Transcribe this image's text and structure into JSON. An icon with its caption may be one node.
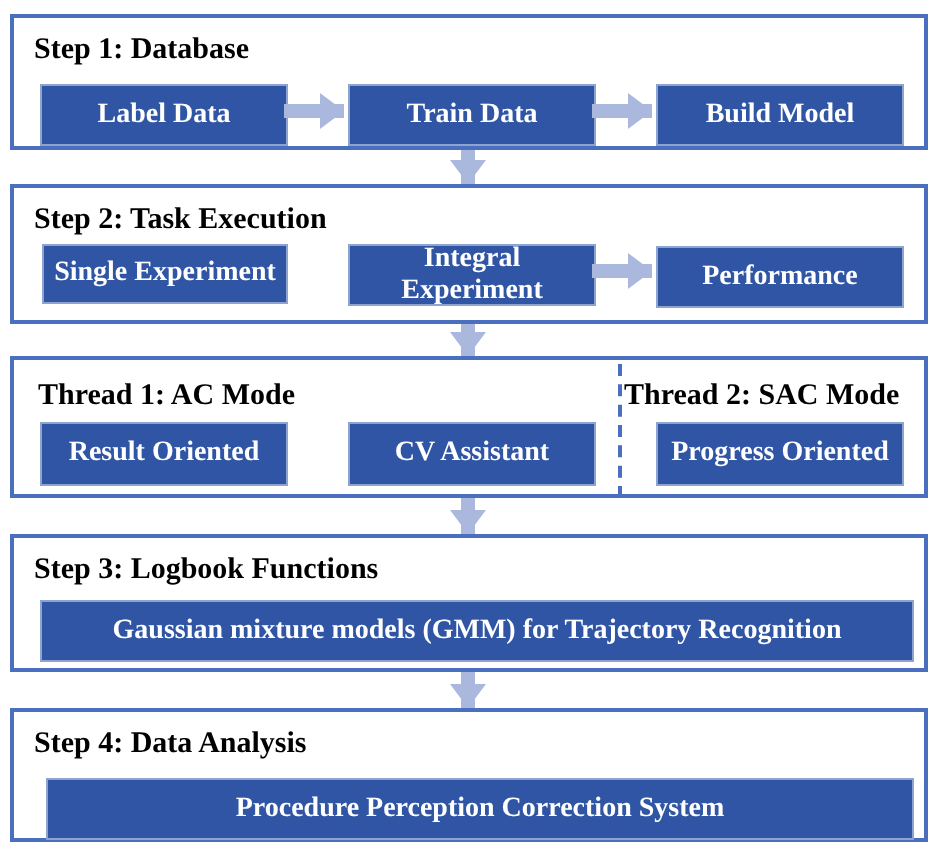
{
  "diagram": {
    "nodes": [
      {
        "text": [
          "Step 1: Database"
        ]
      },
      {
        "text": [
          "Label Data"
        ],
        "in": 0
      },
      {
        "text": [
          "Train Data"
        ],
        "in": 0
      },
      {
        "text": [
          "Build Model"
        ],
        "in": 0
      },
      {
        "text": [
          "Step 2: Task Execution"
        ]
      },
      {
        "text": [
          "Single Experiment"
        ],
        "in": 4
      },
      {
        "text": [
          "Integral Experiment"
        ],
        "in": 4
      },
      {
        "text": [
          "Performance"
        ],
        "in": 4
      },
      {
        "text": [],
        "shape": "box"
      },
      {
        "text": [
          "Thread 1: AC Mode"
        ],
        "in": 8
      },
      {
        "text": [
          "Result Oriented"
        ],
        "in": 9
      },
      {
        "text": [
          "CV Assistant"
        ],
        "in": 9
      },
      {
        "text": [
          "Thread 2: SAC Mode"
        ],
        "in": 8
      },
      {
        "text": [
          "Progress Oriented"
        ],
        "in": 12
      },
      {
        "text": [
          "Step 3: Logbook Functions"
        ]
      },
      {
        "text": [
          "Gaussian mixture models (GMM) for Trajectory Recognition"
        ],
        "in": 14
      },
      {
        "text": [
          "Step 4: Data Analysis"
        ]
      },
      {
        "text": [
          "Procedure Perception Correction System"
        ],
        "in": 16
      }
    ],
    "edges": [
      {
        "from": 1,
        "to": 2,
        "arrow": "to"
      },
      {
        "from": 2,
        "to": 3,
        "arrow": "to"
      },
      {
        "from": 0,
        "to": 4,
        "arrow": "to"
      },
      {
        "from": 6,
        "to": 7,
        "arrow": "to"
      },
      {
        "from": 4,
        "to": 8,
        "arrow": "to"
      },
      {
        "from": 8,
        "to": 14,
        "arrow": "to"
      },
      {
        "from": 14,
        "to": 16,
        "arrow": "to"
      }
    ]
  }
}
